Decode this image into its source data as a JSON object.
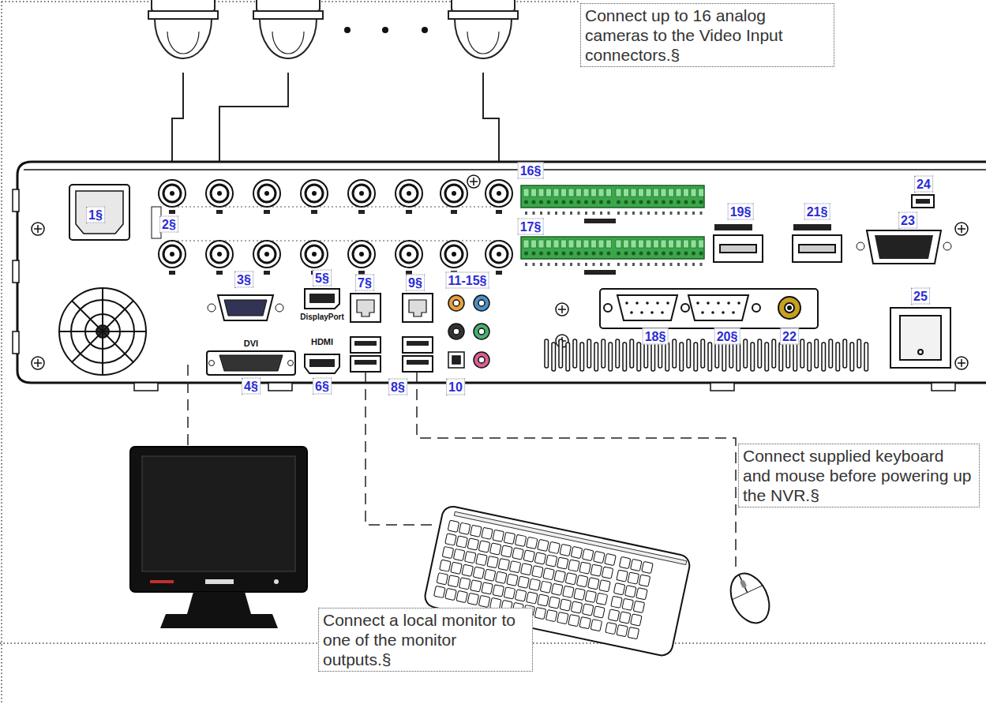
{
  "diagram": {
    "nodes": [
      {
        "text": [
          "Connect up to 16 analog cameras to the Video Input connectors.§"
        ]
      },
      {
        "text": [
          "Connect supplied keyboard and mouse before powering up the NVR.§"
        ]
      },
      {
        "text": [
          "Connect a local monitor to one of the monitor outputs.§"
        ]
      }
    ],
    "labels": [
      "1§",
      "2§",
      "16§",
      "24",
      "17§",
      "19§",
      "21§",
      "23",
      "3§",
      "5§",
      "DisplayPort",
      "7§",
      "9§",
      "11-15§",
      "25",
      "DVI",
      "HDMI",
      "18§",
      "20§",
      "22",
      "4§",
      "6§",
      "8§",
      "10"
    ]
  }
}
